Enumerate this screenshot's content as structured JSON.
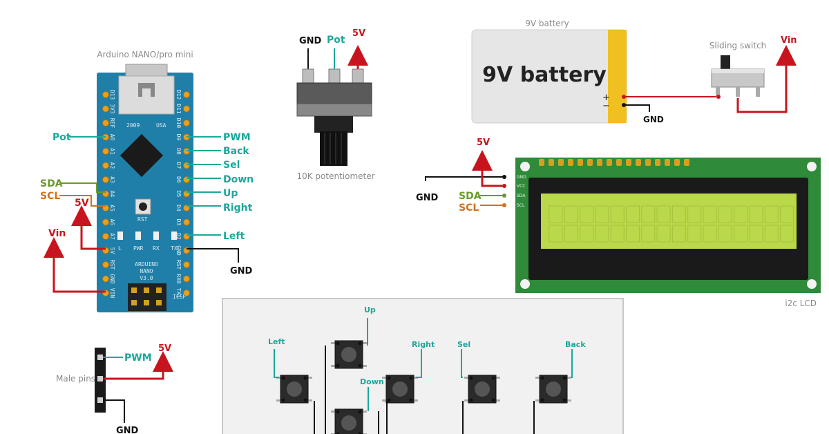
{
  "colors": {
    "pot_wire": "#1aa89a",
    "power_wire": "#c8141e",
    "ground_wire": "#111111",
    "sda_wire": "#6a9a2a",
    "scl_wire": "#d07020",
    "nano_board": "#1f7fa8",
    "lcd_pcb": "#2f8a3a",
    "lcd_screen": "#b9d84a",
    "battery_body": "#e6e6e6",
    "battery_cap": "#f0c020"
  },
  "nano": {
    "caption": "Arduino NANO/pro mini",
    "left_pins": [
      "D13",
      "3V3",
      "REF",
      "A0",
      "A1",
      "A2",
      "A3",
      "A4",
      "A5",
      "A6",
      "A7",
      "5V",
      "RST",
      "GND",
      "VIN"
    ],
    "right_pins": [
      "D12",
      "D11",
      "D10",
      "D9",
      "D8",
      "D7",
      "D6",
      "D5",
      "D4",
      "D3",
      "D2",
      "GND",
      "RST",
      "RX0",
      "TX1"
    ],
    "board_text": [
      "ARDUINO",
      "NANO",
      "V3.0"
    ],
    "icsp": "ICSP",
    "rst_label": "RST",
    "led_labels": [
      "L",
      "PWR",
      "RX",
      "TX"
    ],
    "top_labels": [
      "2009",
      "USA"
    ],
    "left_wires": {
      "pot": "Pot",
      "sda": "SDA",
      "scl": "SCL",
      "fivev": "5V",
      "vin": "Vin"
    },
    "right_wires": {
      "pwm": "PWM",
      "back": "Back",
      "sel": "Sel",
      "down": "Down",
      "up": "Up",
      "right": "Right",
      "left": "Left",
      "gnd": "GND"
    }
  },
  "pot": {
    "caption": "10K potentiometer",
    "gnd": "GND",
    "pot": "Pot",
    "fivev": "5V"
  },
  "battery": {
    "caption": "9V battery",
    "body_text": "9V battery",
    "plus": "+",
    "minus": "−",
    "gnd": "GND"
  },
  "switch": {
    "caption": "Sliding switch",
    "vin": "Vin"
  },
  "lcd": {
    "caption": "i2c LCD",
    "pin_labels": [
      "GND",
      "VCC",
      "SDA",
      "SCL"
    ],
    "fivev": "5V",
    "gnd": "GND",
    "sda": "SDA",
    "scl": "SCL"
  },
  "male_pins": {
    "caption": "Male pins",
    "pwm": "PWM",
    "fivev": "5V",
    "gnd": "GND"
  },
  "buttons": {
    "left": "Left",
    "up": "Up",
    "right": "Right",
    "down": "Down",
    "sel": "Sel",
    "back": "Back"
  }
}
